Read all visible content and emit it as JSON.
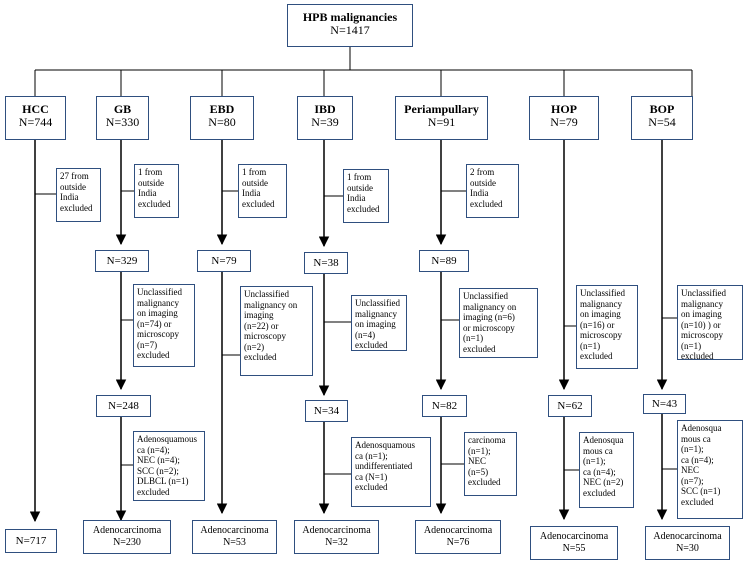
{
  "root": {
    "title": "HPB malignancies",
    "n": "N=1417"
  },
  "columns": [
    {
      "id": "hcc",
      "name": "HCC",
      "n": "N=744",
      "outside": "27 from\noutside\nIndia\nexcluded",
      "after_outside": null,
      "unclassified": null,
      "after_unclassified": null,
      "histology": null,
      "final": "N=717"
    },
    {
      "id": "gb",
      "name": "GB",
      "n": "N=330",
      "outside": "1 from\noutside\nIndia\nexcluded",
      "after_outside": "N=329",
      "unclassified": "Unclassified\nmalignancy\non imaging\n(n=74) or\nmicroscopy\n(n=7)\nexcluded",
      "after_unclassified": "N=248",
      "histology": "Adenosquamous\nca (n=4);\nNEC (n=4);\nSCC (n=2);\nDLBCL (n=1)\nexcluded",
      "final": "Adenocarcinoma\nN=230"
    },
    {
      "id": "ebd",
      "name": "EBD",
      "n": "N=80",
      "outside": "1 from\noutside\nIndia\nexcluded",
      "after_outside": "N=79",
      "unclassified": "Unclassified\nmalignancy on\nimaging\n(n=22) or\nmicroscopy\n(n=2)\nexcluded",
      "after_unclassified": null,
      "histology": null,
      "final": "Adenocarcinoma\nN=53"
    },
    {
      "id": "ibd",
      "name": "IBD",
      "n": "N=39",
      "outside": "1 from\noutside\nIndia\nexcluded",
      "after_outside": "N=38",
      "unclassified": "Unclassified\nmalignancy\non imaging\n(n=4)\nexcluded",
      "after_unclassified": "N=34",
      "histology": "Adenosquamous\nca (n=1);\nundifferentiated\nca (N=1)\nexcluded",
      "final": "Adenocarcinoma\nN=32"
    },
    {
      "id": "periampullary",
      "name": "Periampullary",
      "n": "N=91",
      "outside": "2 from\noutside\nIndia\nexcluded",
      "after_outside": "N=89",
      "unclassified": "Unclassified\nmalignancy on\nimaging (n=6)\nor microscopy\n(n=1)\nexcluded",
      "after_unclassified": "N=82",
      "histology": "carcinoma\n(n=1);\nNEC\n(n=5)\nexcluded",
      "final": "Adenocarcinoma\nN=76"
    },
    {
      "id": "hop",
      "name": "HOP",
      "n": "N=79",
      "outside": null,
      "after_outside": null,
      "unclassified": "Unclassified\nmalignancy\non imaging\n(n=16) or\nmicroscopy\n(n=1)\nexcluded",
      "after_unclassified": "N=62",
      "histology": "Adenosqua\nmous ca\n(n=1);\nca (n=4);\nNEC (n=2)\nexcluded",
      "final": "Adenocarcinoma\nN=55"
    },
    {
      "id": "bop",
      "name": "BOP",
      "n": "N=54",
      "outside": null,
      "after_outside": null,
      "unclassified": "Unclassified\nmalignancy\non imaging\n(n=10) ) or\nmicroscopy\n(n=1)\nexcluded",
      "after_unclassified": "N=43",
      "histology": "Adenosqua\nmous ca\n(n=1);\nca (n=4);\nNEC\n(n=7);\nSCC (n=1)\nexcluded",
      "final": "Adenocarcinoma\nN=30"
    }
  ],
  "colors": {
    "border": "#2f4f7f",
    "line": "#000000"
  }
}
